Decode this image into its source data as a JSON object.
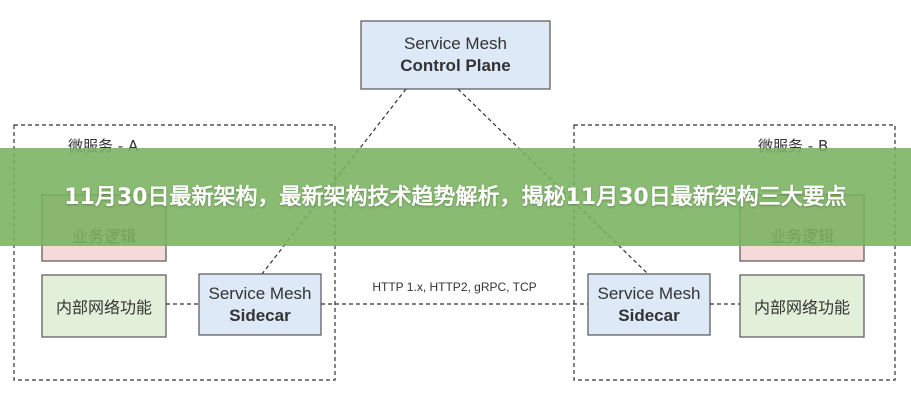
{
  "diagram": {
    "control_plane": {
      "line1": "Service Mesh",
      "line2": "Control Plane"
    },
    "service_a": {
      "title": "微服务 - A",
      "business_logic": "业务逻辑",
      "internal_network": "内部网络功能",
      "sidecar_line1": "Service Mesh",
      "sidecar_line2": "Sidecar"
    },
    "service_b": {
      "title": "微服务 - B",
      "business_logic": "业务逻辑",
      "internal_network": "内部网络功能",
      "sidecar_line1": "Service Mesh",
      "sidecar_line2": "Sidecar"
    },
    "protocol_label": "HTTP 1.x, HTTP2, gRPC, TCP"
  },
  "banner": {
    "title": "11月30日最新架构，最新架构技术趋势解析，揭秘11月30日最新架构三大要点"
  },
  "colors": {
    "control_plane_fill": "#dde9f7",
    "sidecar_fill": "#dde9f7",
    "business_logic_fill": "#f6d9d9",
    "internal_network_fill": "#e2f0d9",
    "banner_fill": "#7ab260"
  }
}
